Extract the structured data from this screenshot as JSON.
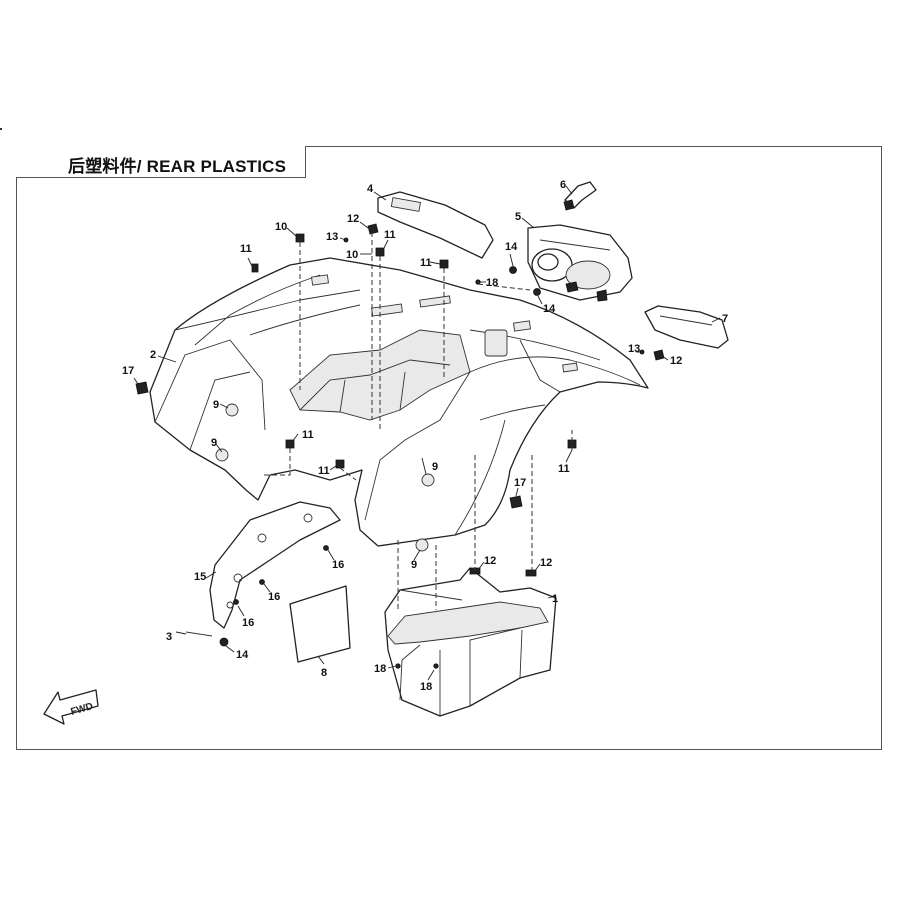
{
  "title": "后塑料件/ REAR PLASTICS",
  "fwd_label": "FWD",
  "callouts": [
    "1",
    "2",
    "3",
    "4",
    "5",
    "6",
    "7",
    "8",
    "9",
    "9",
    "9",
    "9",
    "10",
    "10",
    "11",
    "11",
    "11",
    "11",
    "11",
    "11",
    "12",
    "12",
    "12",
    "12",
    "13",
    "13",
    "14",
    "14",
    "14",
    "15",
    "16",
    "16",
    "16",
    "17",
    "17",
    "18",
    "18",
    "18"
  ]
}
